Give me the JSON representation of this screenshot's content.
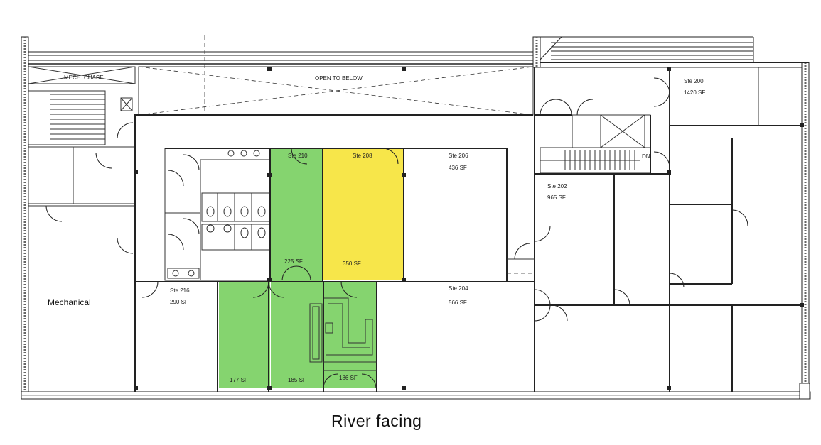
{
  "labels": {
    "mech_chase": "MECH. CHASE",
    "open_to_below": "OPEN TO BELOW",
    "mechanical": "Mechanical",
    "dn": "DN",
    "caption": "River facing"
  },
  "suites": {
    "ste_200": {
      "name": "Ste 200",
      "area": "1420 SF"
    },
    "ste_202": {
      "name": "Ste 202",
      "area": "965 SF"
    },
    "ste_204": {
      "name": "Ste 204",
      "area": "566 SF"
    },
    "ste_206": {
      "name": "Ste 206",
      "area": "436 SF"
    },
    "ste_208": {
      "name": "Ste 208",
      "area": "350 SF"
    },
    "ste_210": {
      "name": "Ste 210",
      "area": "225 SF"
    },
    "ste_216": {
      "name": "Ste 216",
      "area": "290 SF"
    },
    "unit_177": {
      "area": "177 SF"
    },
    "unit_185": {
      "area": "185 SF"
    },
    "unit_186": {
      "area": "186 SF"
    }
  },
  "colors": {
    "available_green": "#85d46f",
    "highlight_yellow": "#f7e64a",
    "wall": "#222222",
    "background": "#ffffff"
  }
}
